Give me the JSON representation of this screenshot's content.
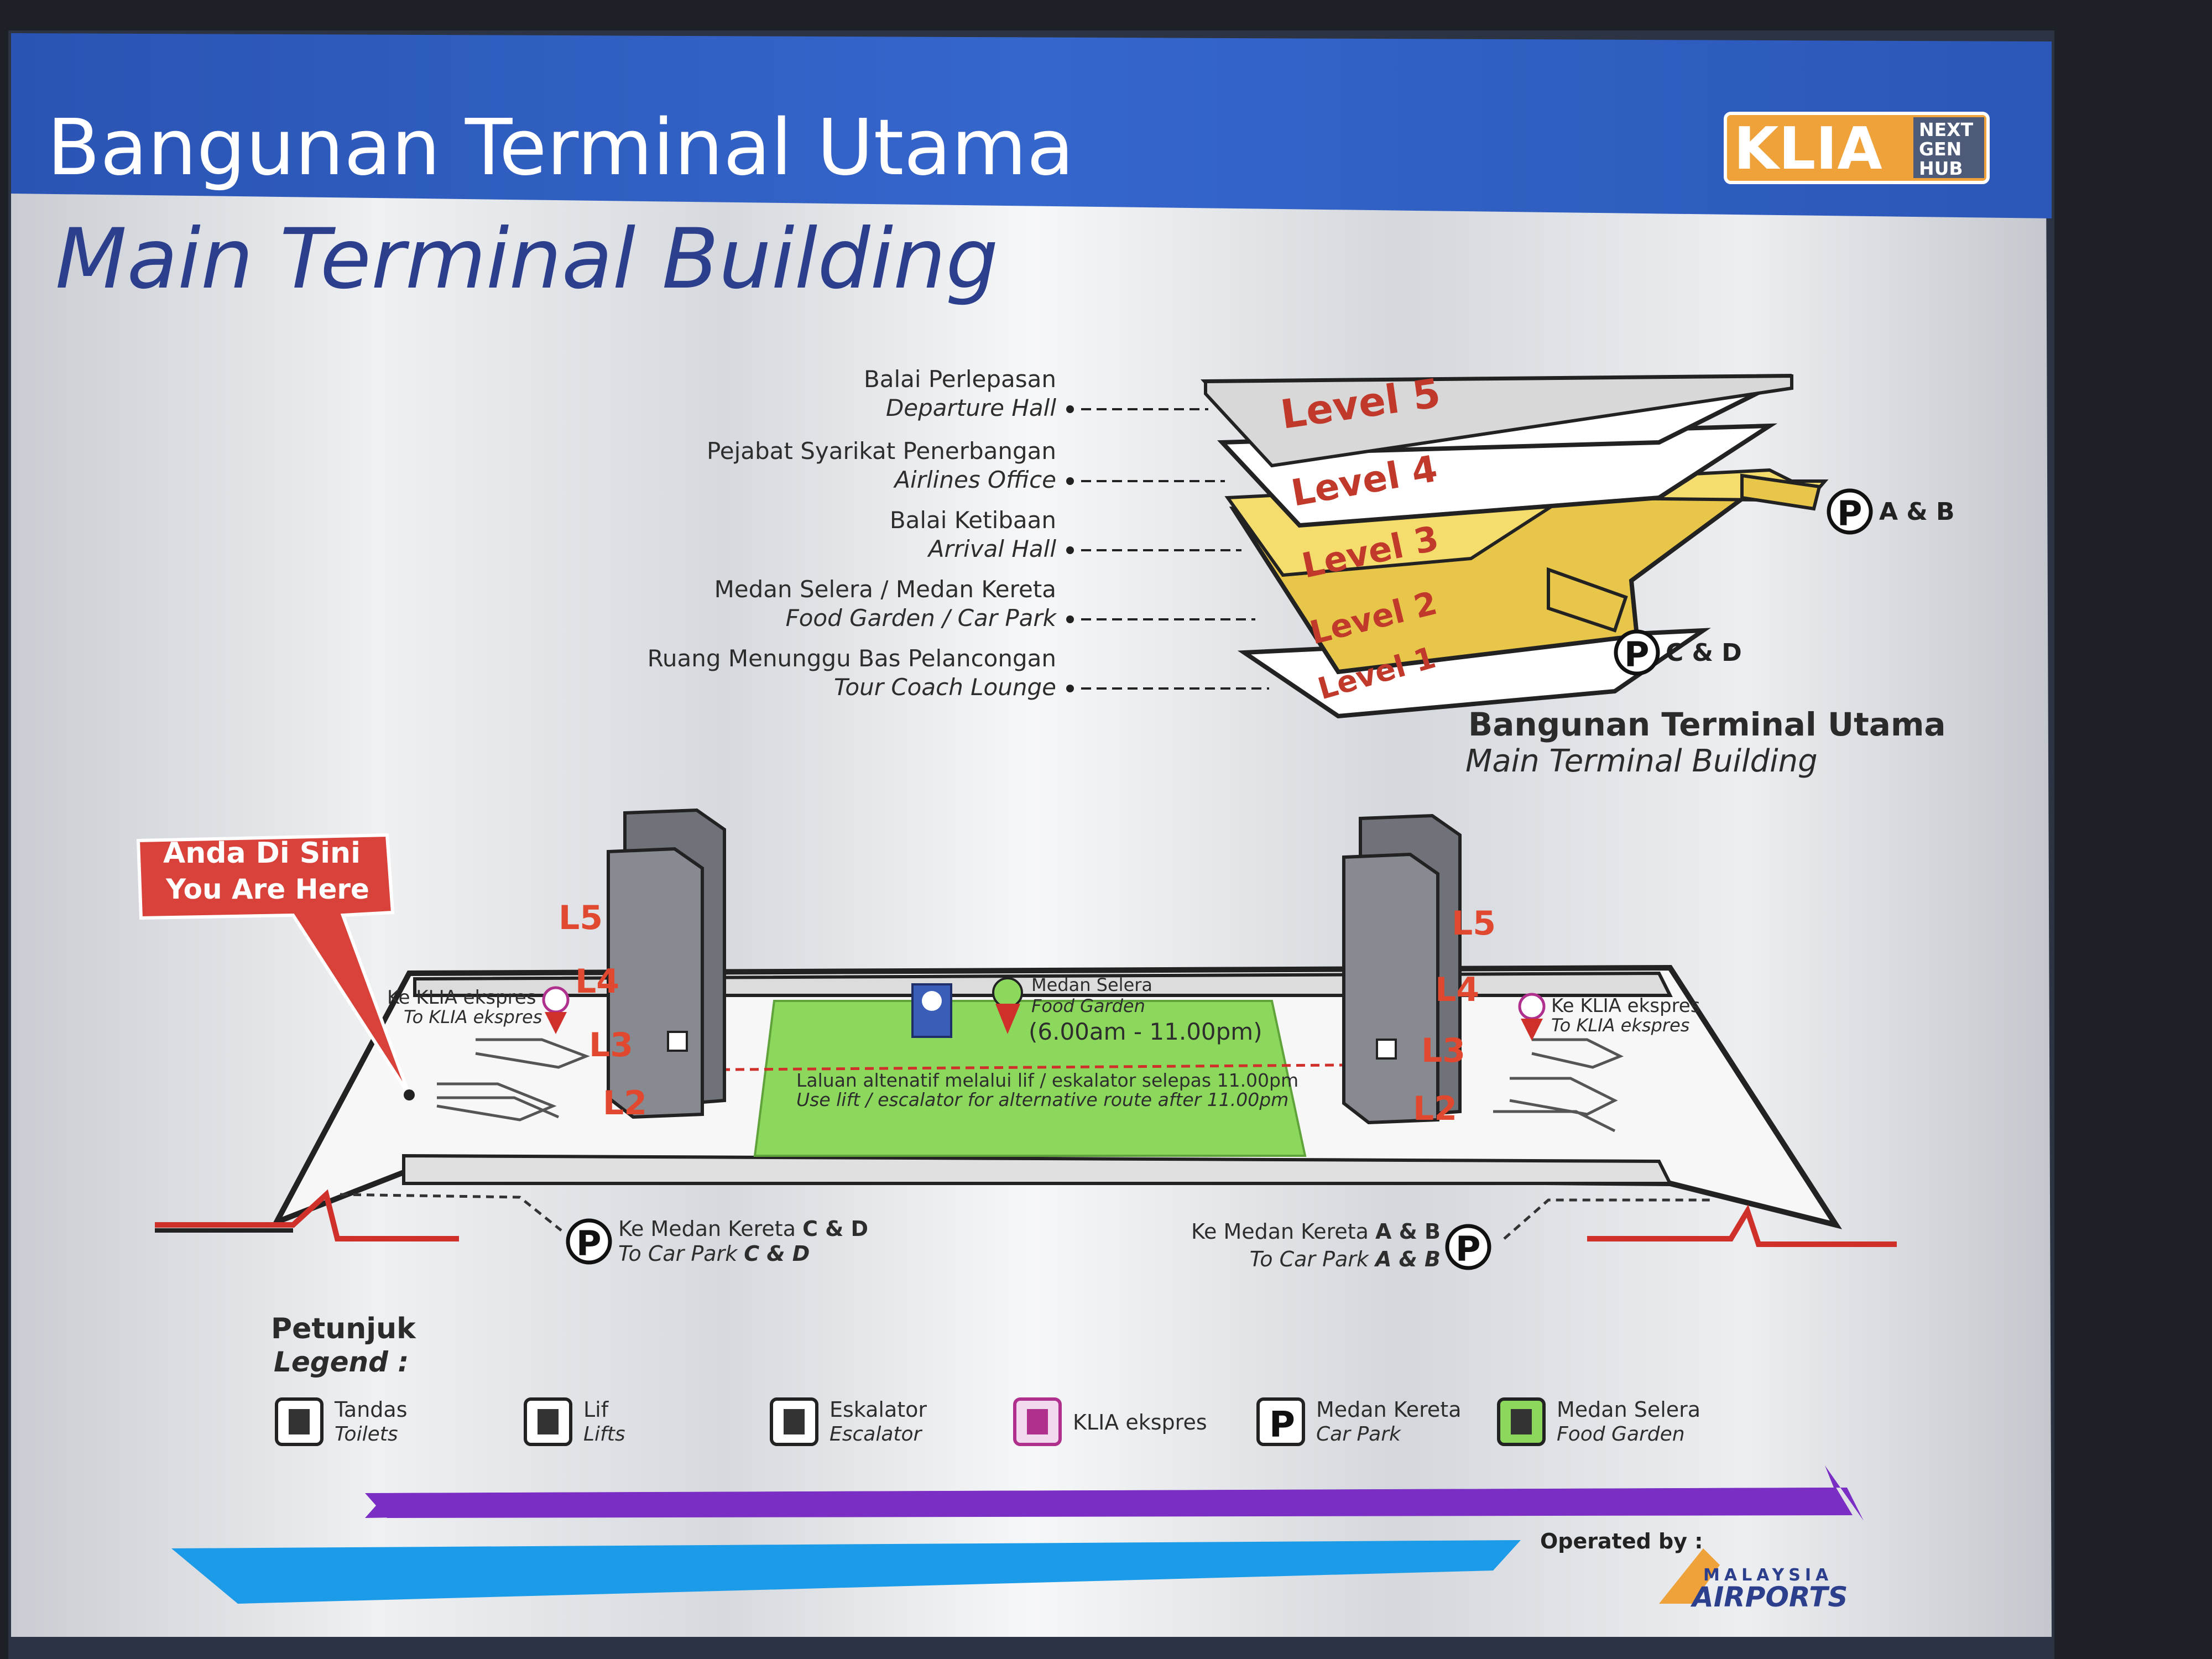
{
  "header": {
    "title_ms": "Bangunan Terminal Utama",
    "title_en": "Main Terminal Building",
    "logo_main": "KLIA",
    "logo_sub1": "NEXT",
    "logo_sub2": "GEN",
    "logo_sub3": "HUB"
  },
  "levels": [
    {
      "ms": "Balai Perlepasan",
      "en": "Departure Hall",
      "level": "Level 5"
    },
    {
      "ms": "Pejabat Syarikat Penerbangan",
      "en": "Airlines Office",
      "level": "Level 4"
    },
    {
      "ms": "Balai Ketibaan",
      "en": "Arrival Hall",
      "level": "Level 3"
    },
    {
      "ms": "Medan Selera / Medan Kereta",
      "en": "Food Garden / Car Park",
      "level": "Level 2"
    },
    {
      "ms": "Ruang Menunggu Bas Pelancongan",
      "en": "Tour Coach Lounge",
      "level": "Level 1"
    }
  ],
  "parking": {
    "ab_label": "A & B",
    "cd_label": "C & D",
    "p_letter": "P"
  },
  "building_caption": {
    "ms": "Bangunan Terminal Utama",
    "en": "Main Terminal Building"
  },
  "you_are_here": {
    "ms": "Anda Di Sini",
    "en": "You Are Here"
  },
  "floors": [
    "L5",
    "L4",
    "L3",
    "L2"
  ],
  "klia_ekspres_left": {
    "ms": "Ke KLIA ekspres",
    "en": "To KLIA ekspres"
  },
  "klia_ekspres_right": {
    "ms": "Ke KLIA ekspres",
    "en": "To KLIA ekspres"
  },
  "food_garden": {
    "ms": "Medan Selera",
    "en": "Food Garden",
    "hours": "(6.00am - 11.00pm)"
  },
  "alt_route": {
    "ms": "Laluan altenatif melalui lif / eskalator selepas 11.00pm",
    "en": "Use lift / escalator for alternative route after 11.00pm"
  },
  "carpark_cd": {
    "ms_prefix": "Ke Medan Kereta ",
    "ms_bold": "C & D",
    "en_prefix": "To Car Park ",
    "en_bold": "C & D"
  },
  "carpark_ab": {
    "ms_prefix": "Ke Medan Kereta ",
    "ms_bold": "A & B",
    "en_prefix": "To Car Park ",
    "en_bold": "A & B"
  },
  "legend": {
    "title_ms": "Petunjuk",
    "title_en": "Legend :",
    "items": [
      {
        "ms": "Tandas",
        "en": "Toilets",
        "icon": "toilet-icon"
      },
      {
        "ms": "Lif",
        "en": "Lifts",
        "icon": "lift-icon"
      },
      {
        "ms": "Eskalator",
        "en": "Escalator",
        "icon": "escalator-icon"
      },
      {
        "ms": "KLIA ekspres",
        "en": "",
        "icon": "train-icon"
      },
      {
        "ms": "Medan Kereta",
        "en": "Car Park",
        "icon": "parking-icon"
      },
      {
        "ms": "Medan Selera",
        "en": "Food Garden",
        "icon": "food-icon"
      }
    ]
  },
  "footer": {
    "operated_by": "Operated by :",
    "operator_1": "MALAYSIA",
    "operator_2": "AIRPORTS"
  },
  "colors": {
    "header_blue": "#2f5ec0",
    "title_navy": "#2c3f8c",
    "accent_red": "#e0482f",
    "floor_yellow": "#e7c64a",
    "food_green": "#8bd85c",
    "stripe_purple": "#7a2ec4",
    "stripe_blue": "#1c9be8",
    "logo_orange": "#f0a23a"
  }
}
